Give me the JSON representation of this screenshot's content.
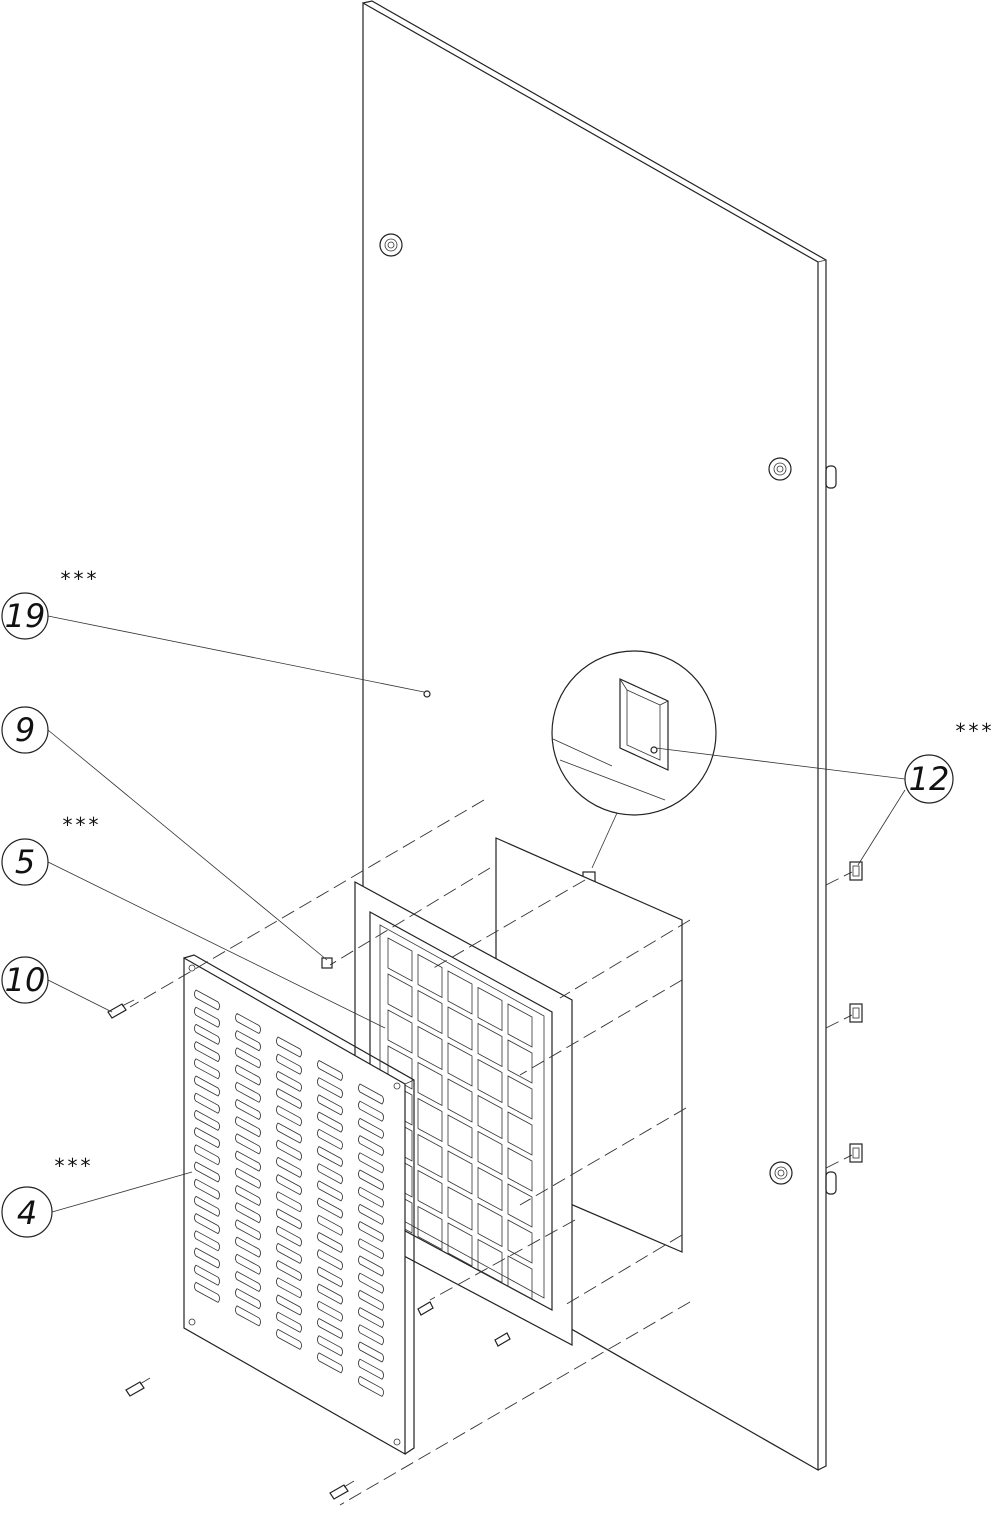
{
  "callouts": [
    {
      "id": "callout-19",
      "number": "19",
      "marker": "***"
    },
    {
      "id": "callout-9",
      "number": "9",
      "marker": ""
    },
    {
      "id": "callout-5",
      "number": "5",
      "marker": "***"
    },
    {
      "id": "callout-10",
      "number": "10",
      "marker": ""
    },
    {
      "id": "callout-4",
      "number": "4",
      "marker": "***"
    },
    {
      "id": "callout-12",
      "number": "12",
      "marker": "***"
    }
  ],
  "colors": {
    "line": "#222222",
    "background": "#ffffff"
  }
}
